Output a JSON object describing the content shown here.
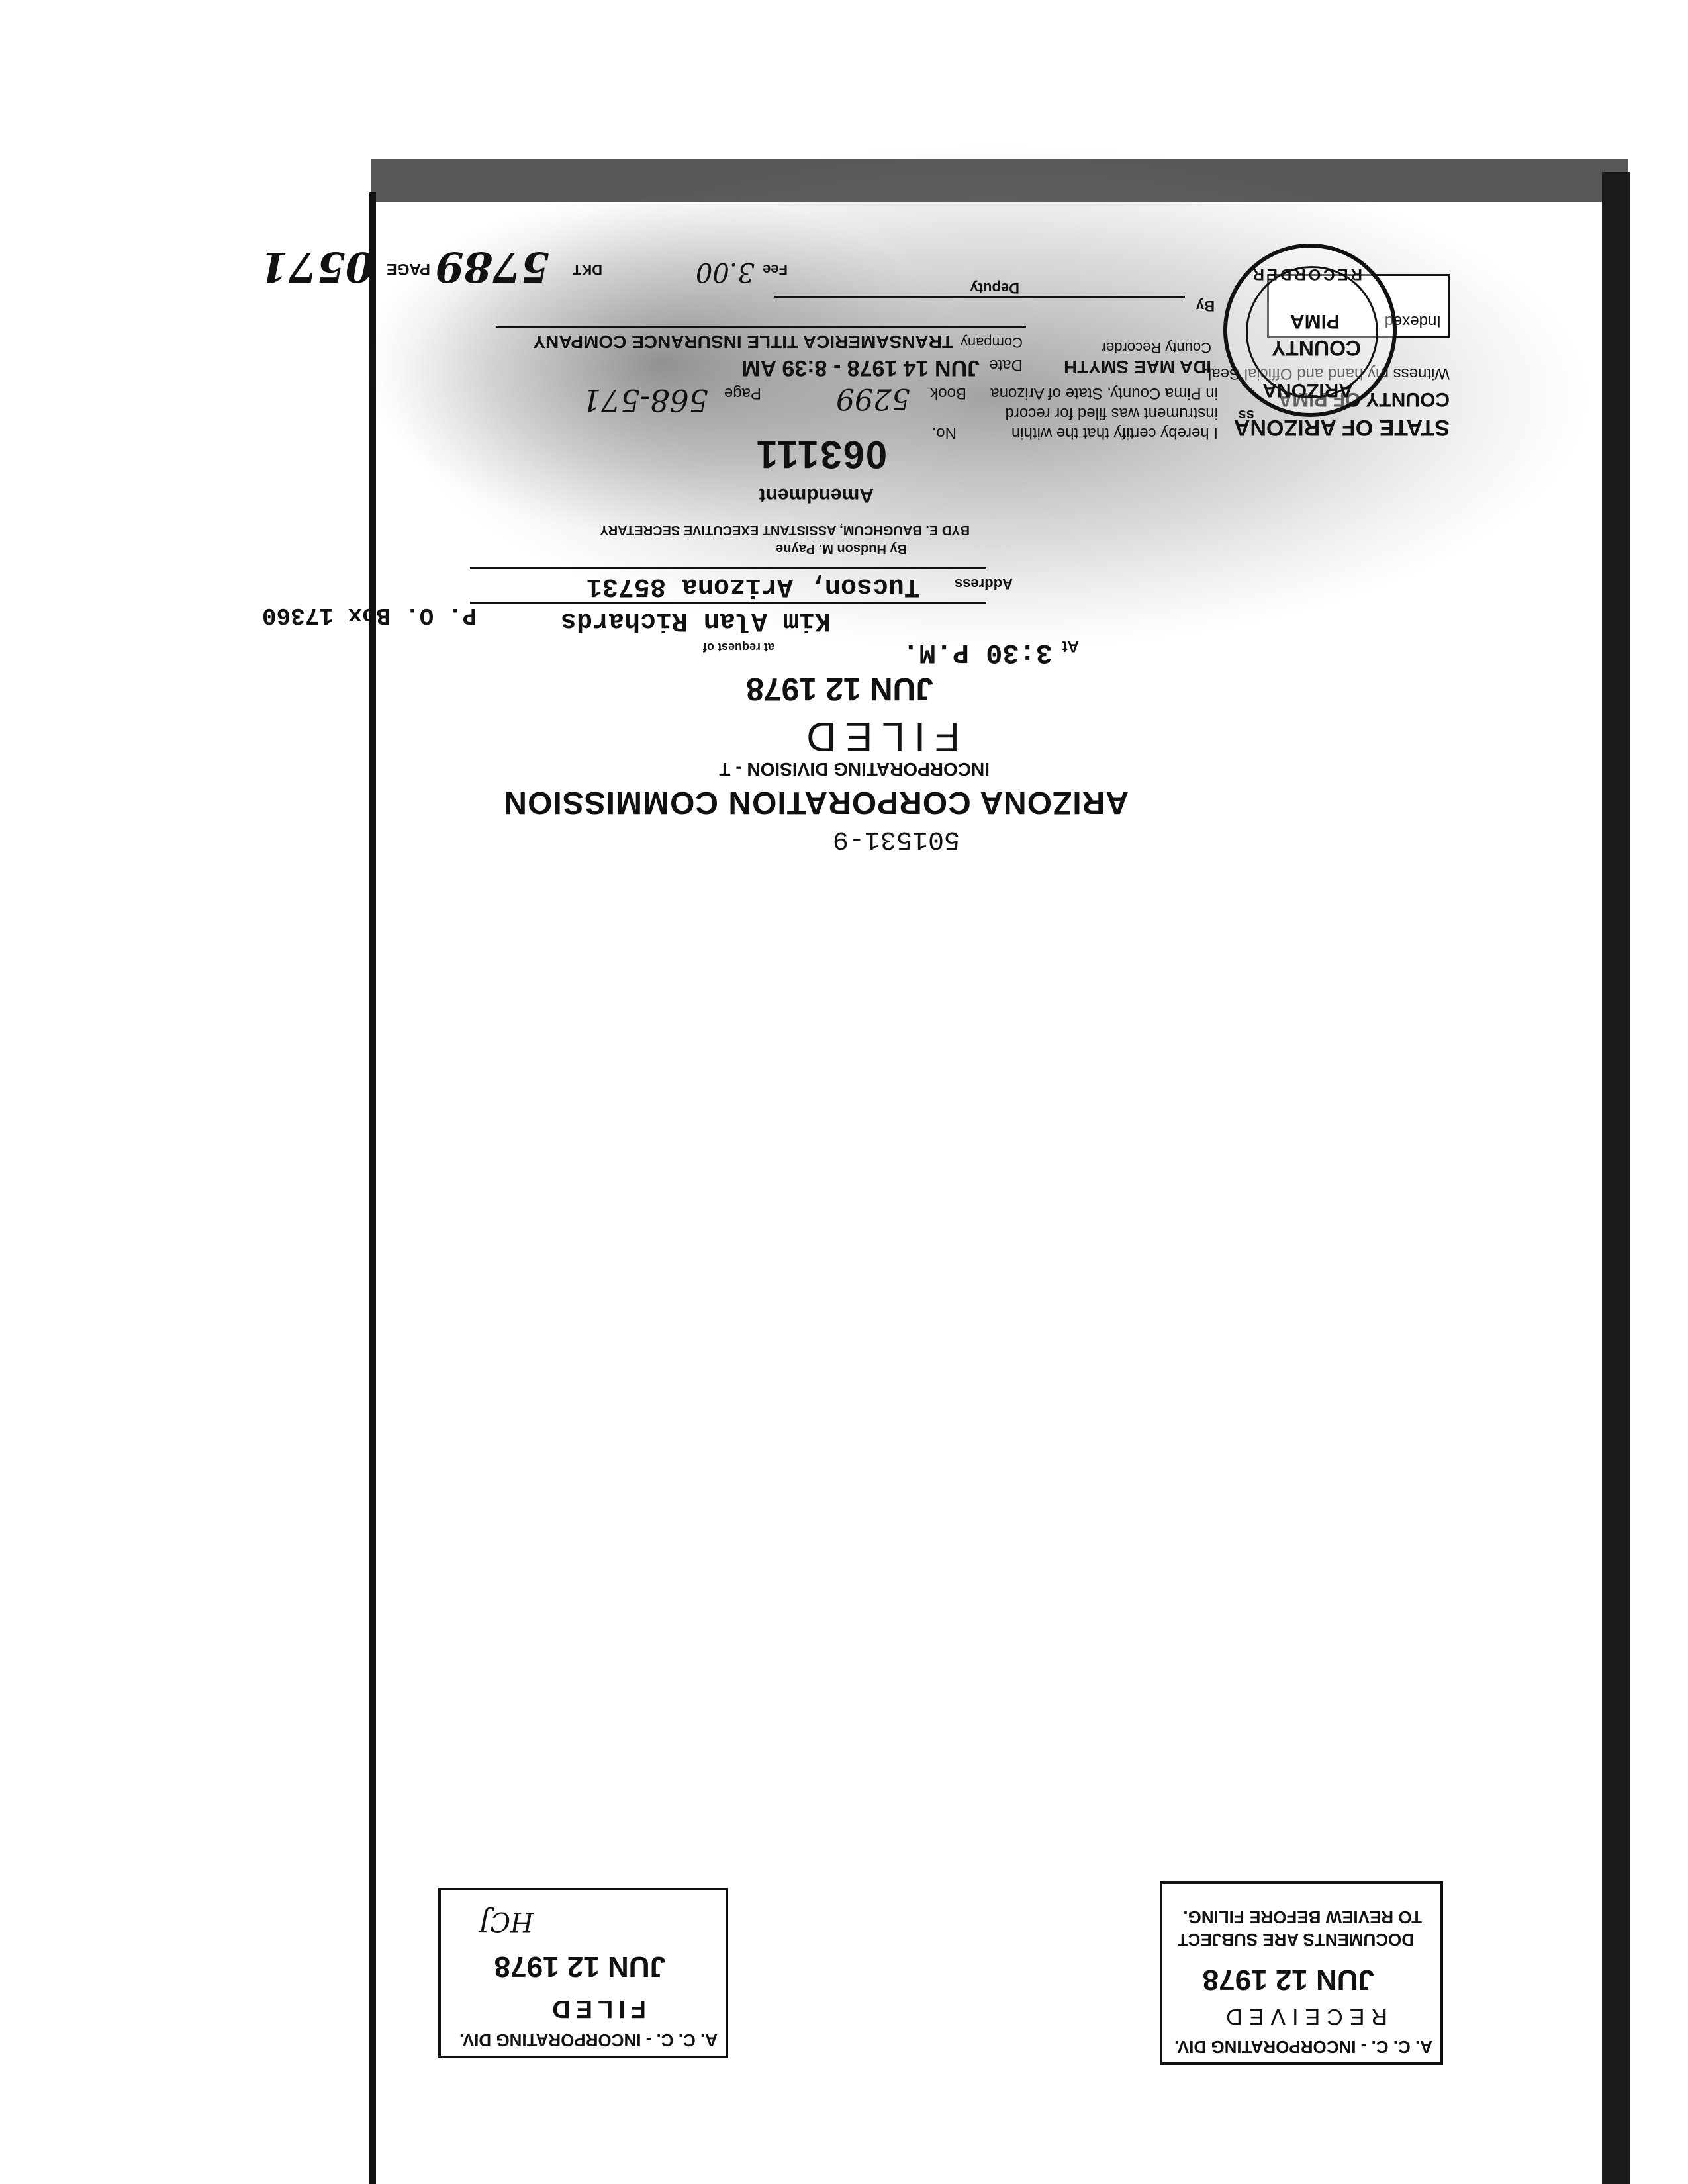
{
  "document": {
    "orientation": "rotated 180 degrees",
    "filing_number": "501531-9",
    "commission": {
      "name": "ARIZONA CORPORATION COMMISSION",
      "division": "INCORPORATING DIVISION - T",
      "filed_word": "FILED",
      "date": "JUN 12 1978",
      "time_prefix": "At",
      "time": "3:30 P.M.",
      "request_label": "at request of",
      "requester": "Kim Alan Richards",
      "address_label": "Address",
      "address_street": "P. O. Box 17360",
      "address_city": "Tucson, Arizona 85731",
      "by_line_1": "By Hudson M. Payne",
      "by_line_2": "BYD E. BAUGHCUM, ASSISTANT EXECUTIVE SECRETARY",
      "document_type": "Amendment"
    },
    "recorder": {
      "record_number": "063111",
      "state_label": "STATE OF ARIZONA",
      "county_label": "COUNTY OF PIMA",
      "ss": "ss",
      "certify_1": "I hereby certify that the within",
      "certify_2": "instrument was filed for record",
      "certify_3": "in Pima County, State of Arizona",
      "book_label": "Book",
      "book_value": "5299",
      "page_label": "Page",
      "page_value": "568-571",
      "no_label": "No.",
      "witness": "Witness my hand and Official Seal.",
      "indexed": "Indexed",
      "recorder_name": "IDA MAE SMYTH",
      "recorder_title": "County Recorder",
      "date_label": "Date",
      "date_value": "JUN 14 1978 - 8:39 AM",
      "company_label": "Company",
      "company_value": "TRANSAMERICA TITLE INSURANCE COMPANY",
      "by_label": "By",
      "deputy_label": "Deputy",
      "fee_label": "Fee",
      "fee_value": "3.00",
      "docket_label": "DKT",
      "docket_value": "5789",
      "docket_page": "0571"
    },
    "seal": {
      "top": "ARIZONA",
      "middle_1": "COUNTY",
      "middle_2": "PIMA",
      "ring": "RECORDER"
    },
    "stamp_received": {
      "header": "A. C. C. - INCORPORATING DIV.",
      "status": "RECEIVED",
      "date": "JUN 12 1978",
      "note_1": "DOCUMENTS ARE SUBJECT",
      "note_2": "TO REVIEW BEFORE FILING."
    },
    "stamp_filed": {
      "header": "A. C. C. - INCORPORATING DIV.",
      "status": "FILED",
      "date": "JUN 12 1978",
      "initials": "HCJ"
    }
  }
}
